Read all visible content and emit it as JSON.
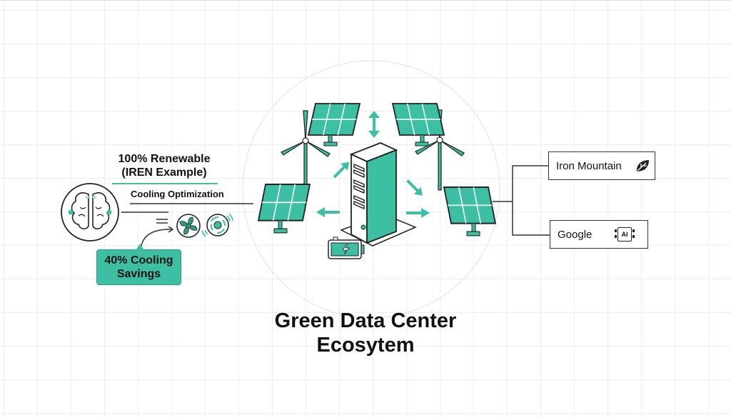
{
  "title": {
    "line1": "Green Data Center",
    "line2": "Ecosytem"
  },
  "left": {
    "renewable_line1": "100% Renewable",
    "renewable_line2": "(IREN Example)",
    "cooling_label": "Cooling Optimization",
    "callout_line1": "40% Cooling",
    "callout_line2": "Savings"
  },
  "partners": [
    {
      "name": "Iron Mountain",
      "icon": "leaf-icon"
    },
    {
      "name": "Google",
      "icon": "ai-chip-icon",
      "icon_text": "AI"
    }
  ],
  "icons": {
    "brain": "brain-icon",
    "fan": "fan-icon",
    "airflow": "airflow-icon",
    "server": "server-tower-icon",
    "battery": "battery-icon",
    "solar": "solar-panel-icon",
    "wind": "wind-turbine-icon"
  },
  "colors": {
    "accent": "#3dbfa3",
    "accent_dark": "#2c9e86",
    "line": "#333333"
  }
}
